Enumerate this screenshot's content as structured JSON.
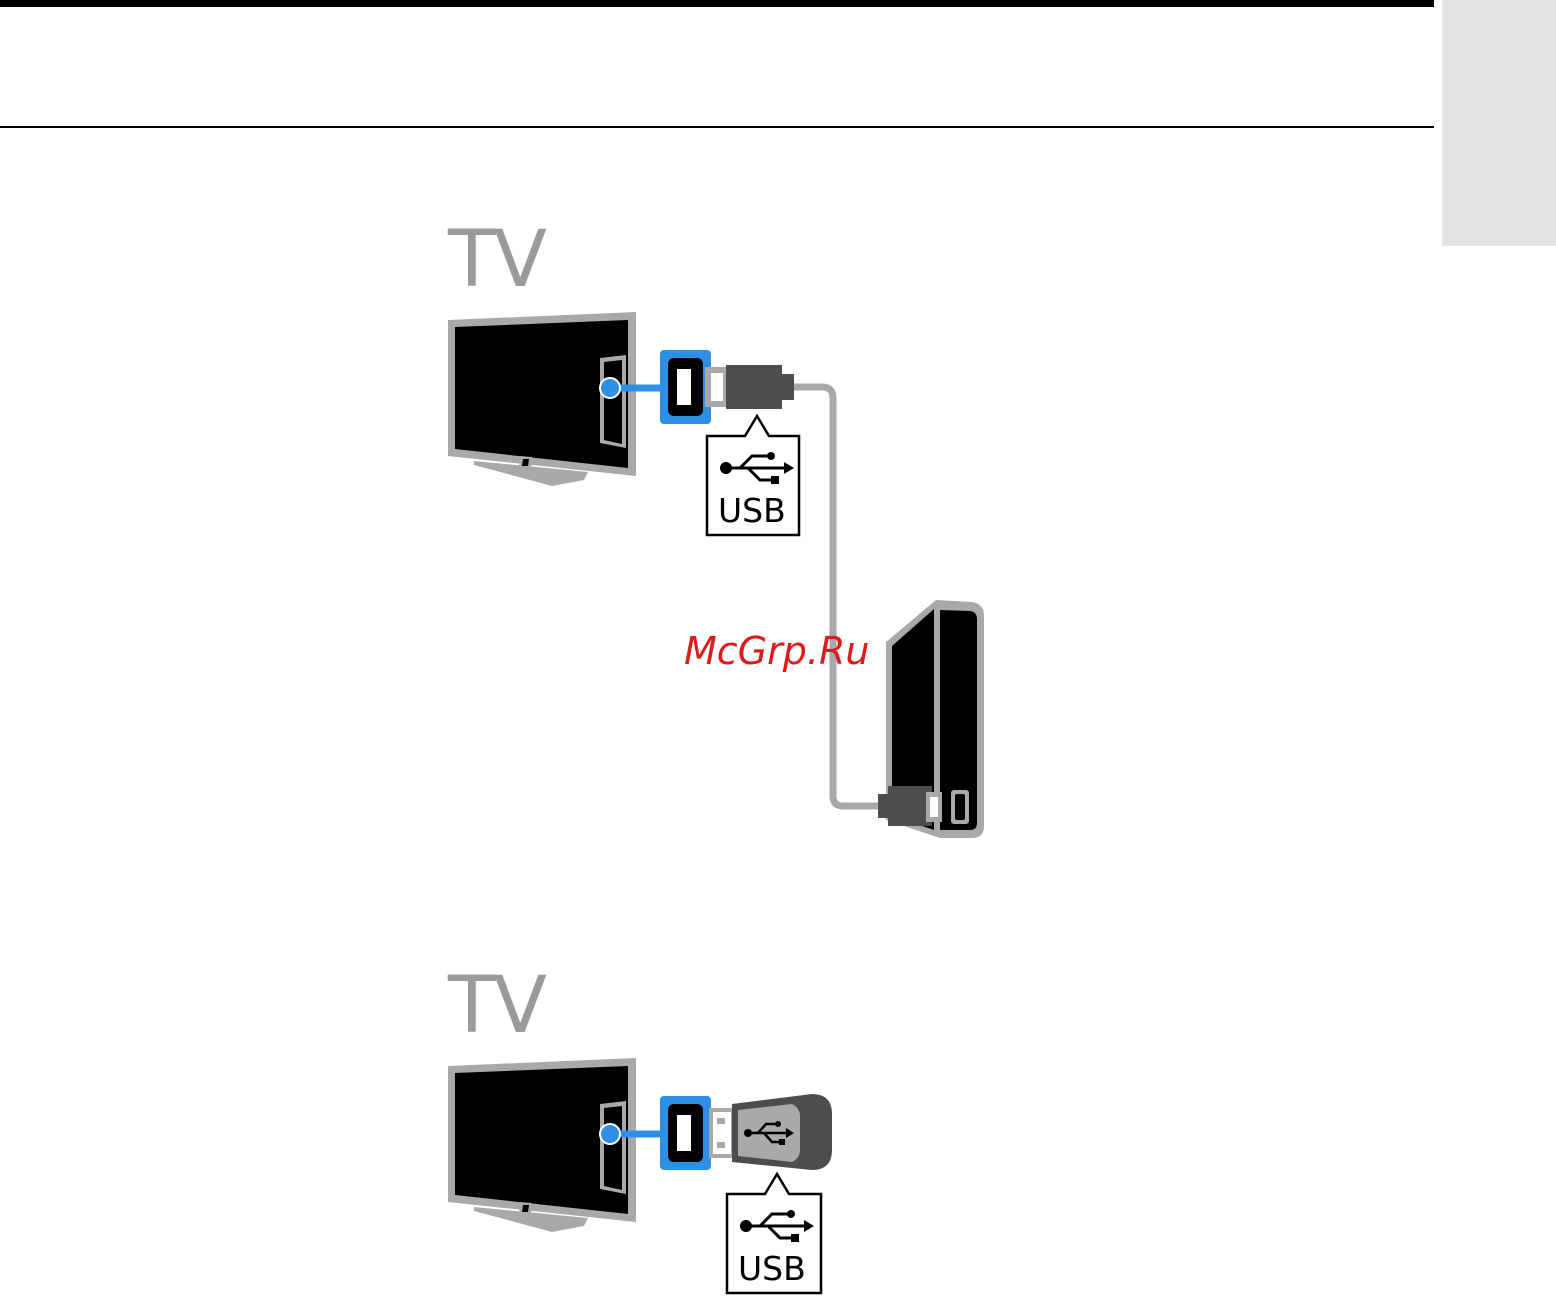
{
  "header": {
    "accent_color": "#000000",
    "side_tab_color": "#e3e3e3"
  },
  "diagram_top": {
    "tv_label": "TV",
    "usb_label": "USB",
    "device": "external hard drive"
  },
  "diagram_bottom": {
    "tv_label": "TV",
    "usb_label": "USB",
    "device": "usb flash drive"
  },
  "watermark": "McGrp.Ru",
  "colors": {
    "port_highlight": "#2e8fe6",
    "cable": "#9a9a9a",
    "device_body": "#000000",
    "device_frame": "#a9a9a9",
    "watermark": "#dd1b1b"
  },
  "icons": [
    "tv-icon",
    "usb-port-icon",
    "usb-plug-icon",
    "usb-symbol-icon",
    "hard-drive-icon",
    "flash-drive-icon"
  ]
}
